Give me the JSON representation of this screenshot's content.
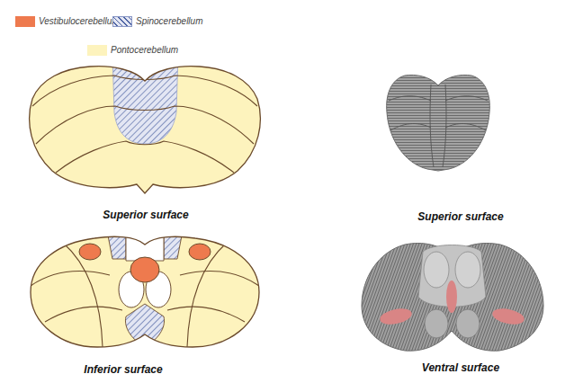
{
  "diagram": {
    "labels": [
      "Superior surface",
      "Superior surface",
      "Inferior surface",
      "Ventral surface"
    ],
    "legend": [
      {
        "text": "Vestibulocerebellum",
        "color": "#ee7a4e"
      },
      {
        "text": "Spinocerebellum"
      },
      {
        "text": "Pontocerebellum",
        "color": "#fdf3bd"
      }
    ]
  }
}
